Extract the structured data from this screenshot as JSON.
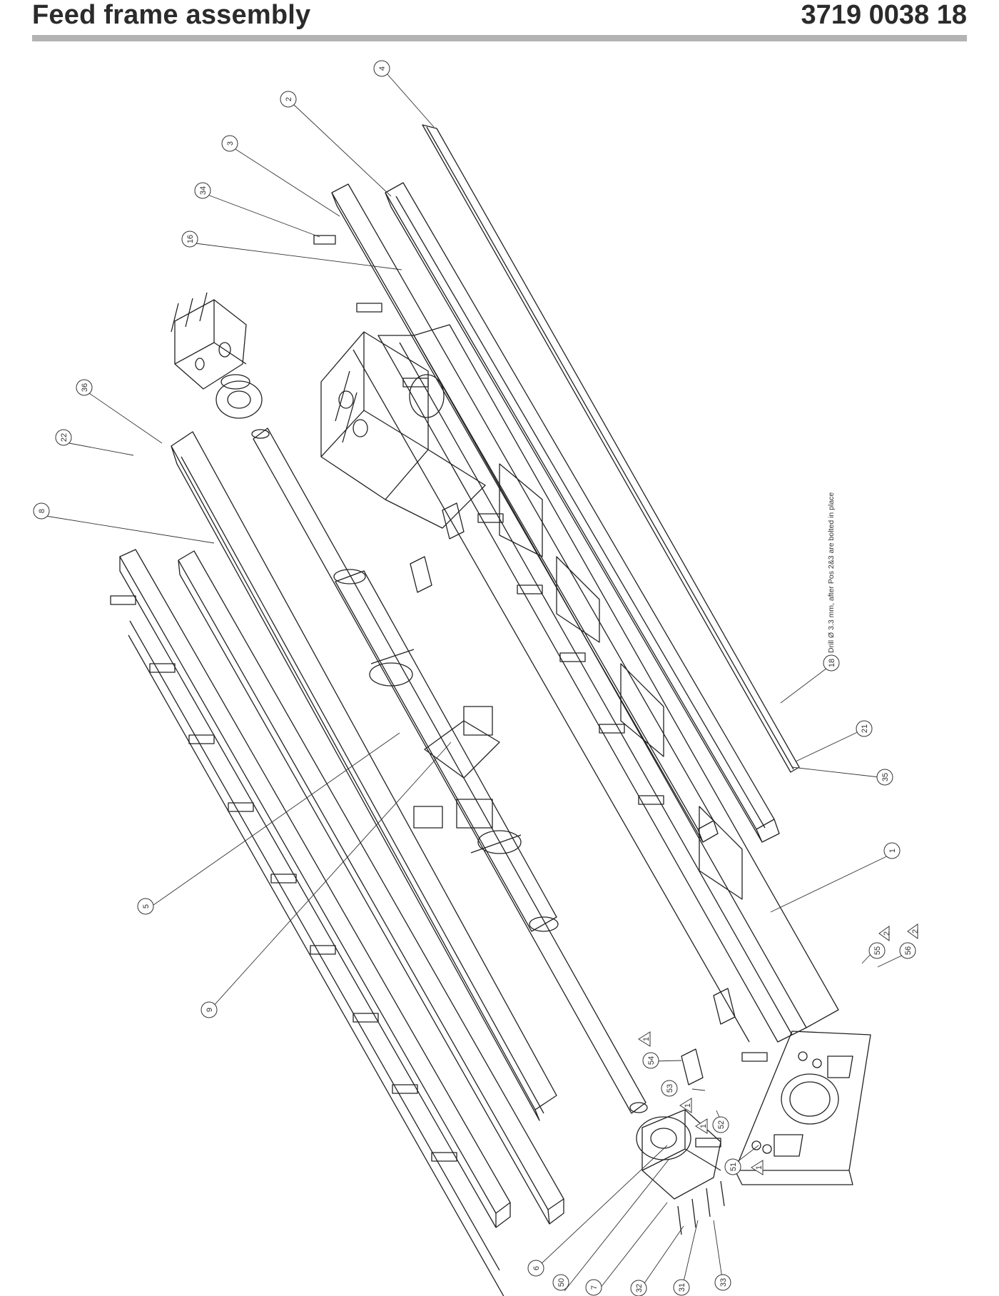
{
  "header": {
    "title": "Feed frame assembly",
    "part_number": "3719 0038 18"
  },
  "note": {
    "text": "Drill Ø 3.3 mm, after Pos 2&3 are bolted in place"
  },
  "callouts": [
    {
      "label": "4"
    },
    {
      "label": "2"
    },
    {
      "label": "3"
    },
    {
      "label": "34"
    },
    {
      "label": "16"
    },
    {
      "label": "36"
    },
    {
      "label": "22"
    },
    {
      "label": "8"
    },
    {
      "label": "18"
    },
    {
      "label": "21"
    },
    {
      "label": "35"
    },
    {
      "label": "1"
    },
    {
      "label": "5"
    },
    {
      "label": "9"
    },
    {
      "label": "55"
    },
    {
      "label": "56"
    },
    {
      "label": "54"
    },
    {
      "label": "53"
    },
    {
      "label": "52"
    },
    {
      "label": "51"
    },
    {
      "label": "6"
    },
    {
      "label": "50"
    },
    {
      "label": "7"
    },
    {
      "label": "32"
    },
    {
      "label": "31"
    },
    {
      "label": "33"
    }
  ],
  "revision_marks": [
    {
      "label": "2"
    },
    {
      "label": "2"
    },
    {
      "label": "1"
    },
    {
      "label": "1"
    },
    {
      "label": "1"
    },
    {
      "label": "1"
    }
  ]
}
